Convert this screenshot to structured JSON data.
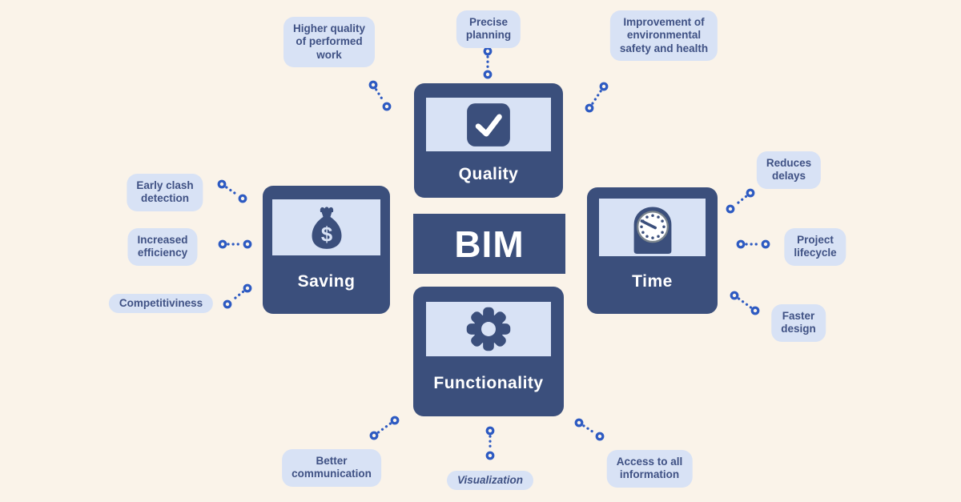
{
  "diagram": {
    "title": "BIM",
    "center_label": "BIM",
    "categories": [
      {
        "label": "Quality",
        "icon": "checkmark-icon"
      },
      {
        "label": "Saving",
        "icon": "money-bag-icon"
      },
      {
        "label": "Time",
        "icon": "clock-icon"
      },
      {
        "label": "Functionality",
        "icon": "gear-icon"
      }
    ],
    "benefits": [
      {
        "text": "Higher quality\nof performed\nwork",
        "category": "Quality"
      },
      {
        "text": "Precise\nplanning",
        "category": "Quality"
      },
      {
        "text": "Improvement of\nenvironmental\nsafety and health",
        "category": "Quality"
      },
      {
        "text": "Reduces\ndelays",
        "category": "Time"
      },
      {
        "text": "Project\nlifecycle",
        "category": "Time"
      },
      {
        "text": "Faster\ndesign",
        "category": "Time"
      },
      {
        "text": "Access to all\ninformation",
        "category": "Functionality"
      },
      {
        "text": "Visualization",
        "category": "Functionality",
        "style": "italic"
      },
      {
        "text": "Better\ncommunication",
        "category": "Functionality"
      },
      {
        "text": "Competitiviness",
        "category": "Saving"
      },
      {
        "text": "Increased\nefficiency",
        "category": "Saving"
      },
      {
        "text": "Early clash\ndetection",
        "category": "Saving"
      }
    ],
    "money_bag_symbol": "$"
  },
  "colors": {
    "bg": "#faf3e9",
    "navy": "#3b4f7c",
    "panel": "#d8e2f5",
    "label-bg": "#d8e2f5",
    "label-text": "#3f5184",
    "connector": "#2d5ac2",
    "white": "#ffffff",
    "clock-ring": "#7b858d"
  }
}
